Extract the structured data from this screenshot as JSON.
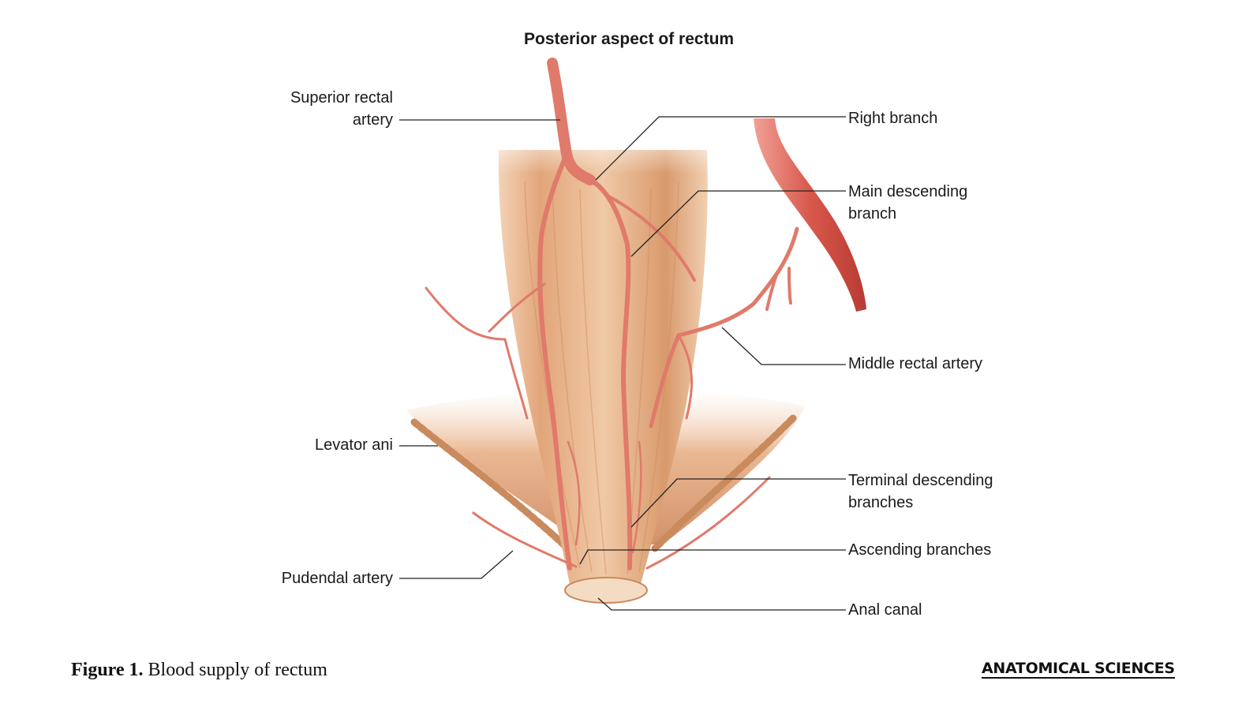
{
  "diagram": {
    "title": "Posterior aspect of rectum",
    "labels": {
      "superior_rectal_1": "Superior rectal",
      "superior_rectal_2": "artery",
      "right_branch": "Right branch",
      "main_descending_1": "Main descending",
      "main_descending_2": "branch",
      "middle_rectal": "Middle rectal artery",
      "levator_ani": "Levator ani",
      "terminal_descending_1": "Terminal descending",
      "terminal_descending_2": "branches",
      "ascending_branches": "Ascending branches",
      "pudendal_artery": "Pudendal artery",
      "anal_canal": "Anal canal"
    }
  },
  "caption": {
    "figure_label": "Figure 1.",
    "text": "Blood supply of rectum"
  },
  "brand": "ANATOMICAL SCIENCES",
  "colors": {
    "tissue": "#e8b48c",
    "tissue_dark": "#c98a5e",
    "artery": "#e07a6a",
    "artery_dark": "#c8473e",
    "leader": "#222222"
  }
}
